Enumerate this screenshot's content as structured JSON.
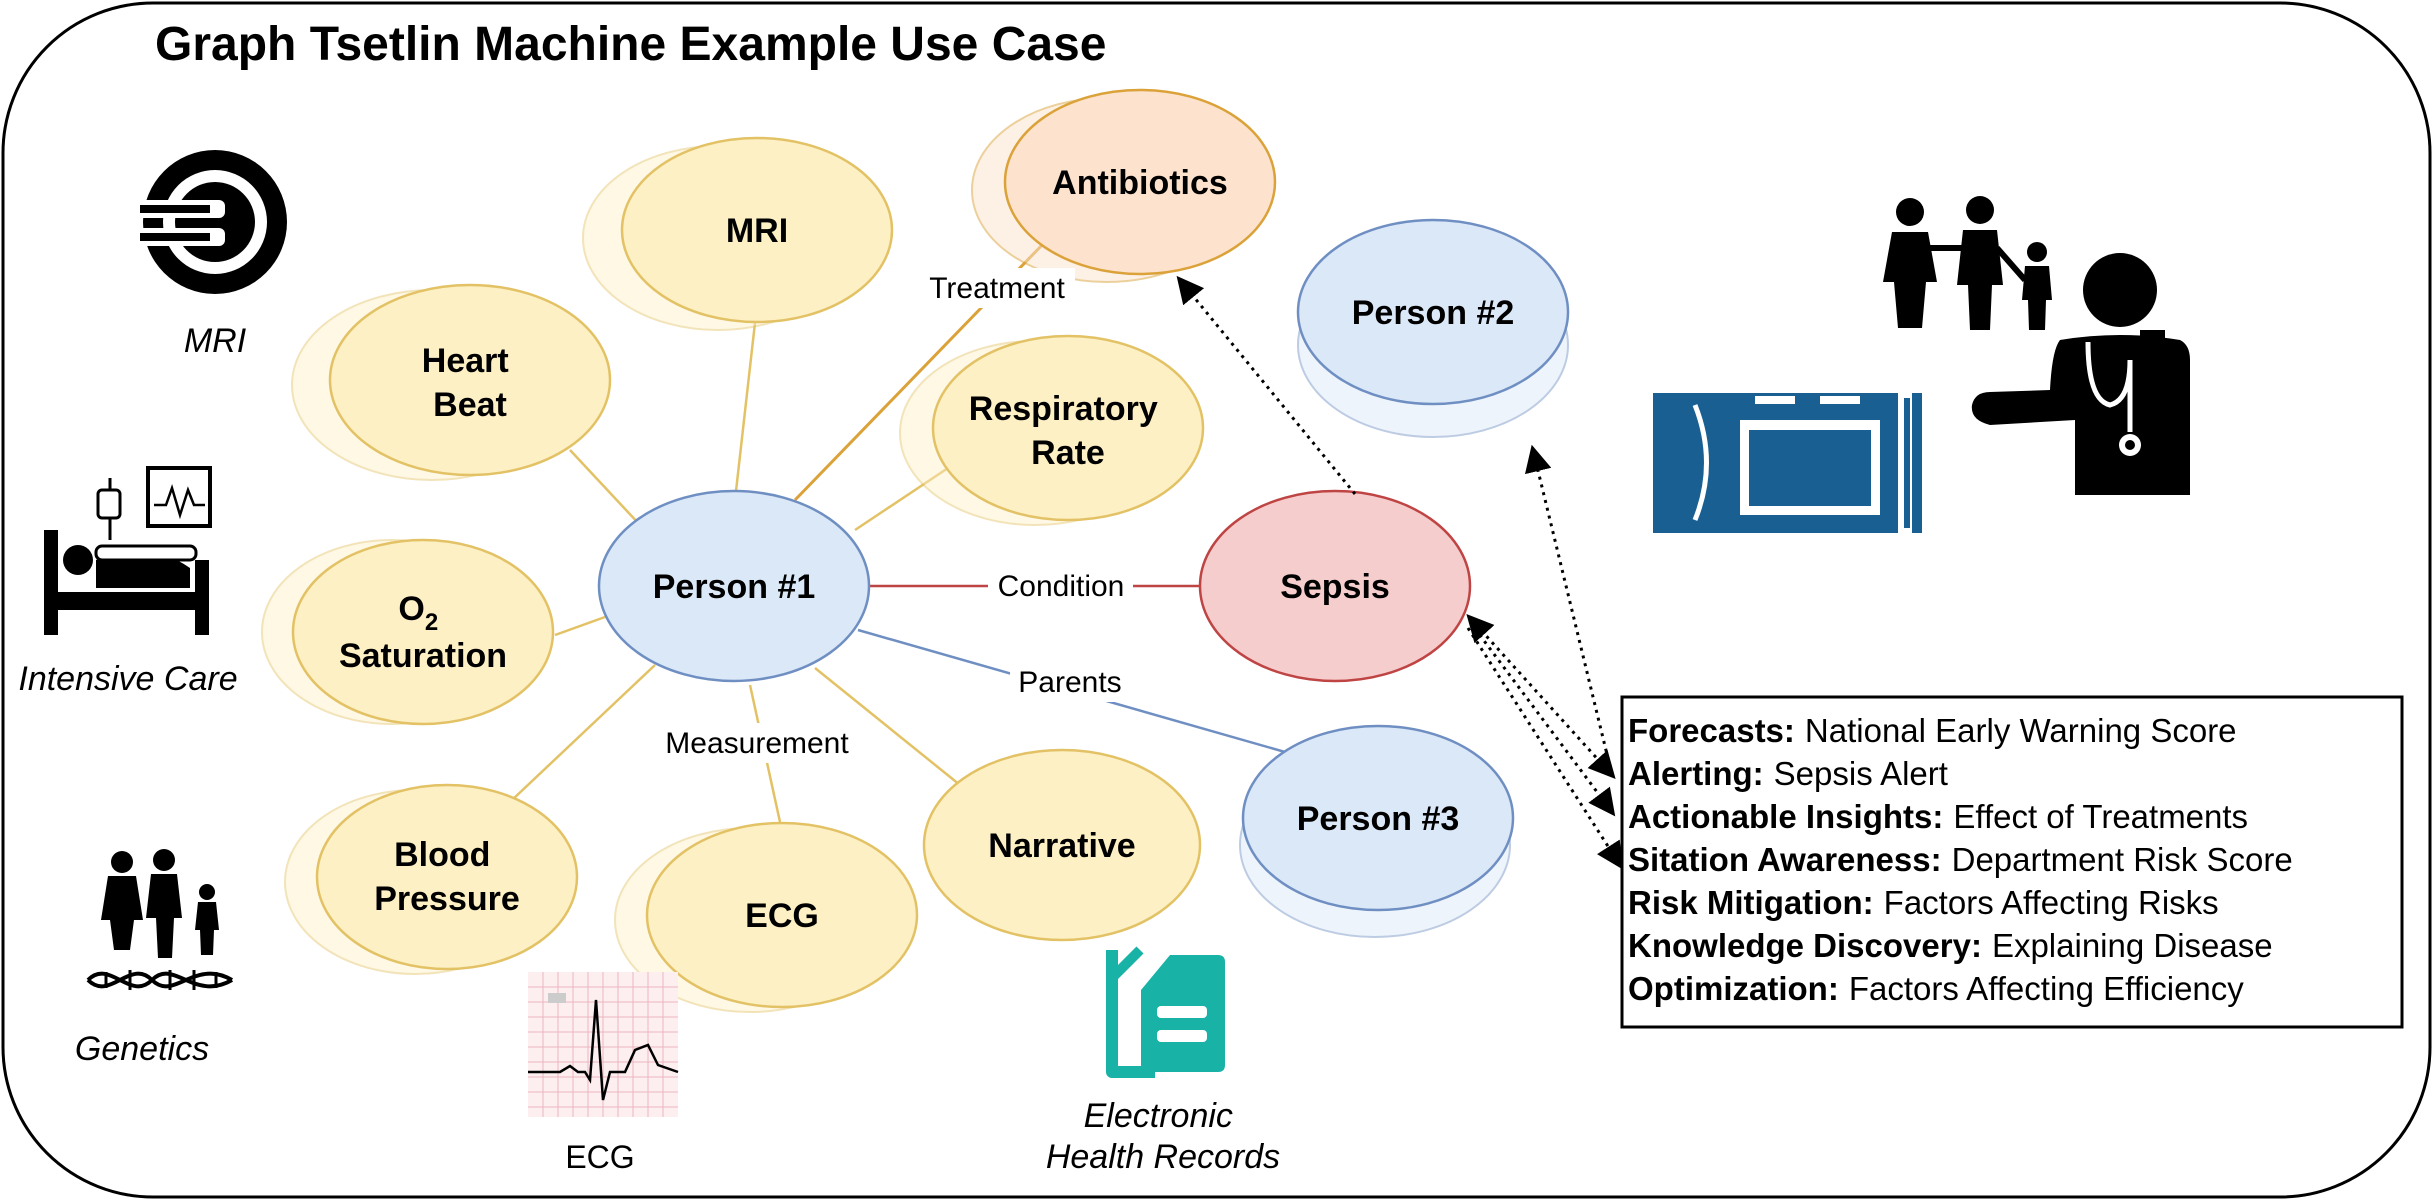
{
  "title": "Graph Tsetlin Machine Example Use Case",
  "nodes": {
    "antibiotics": "Antibiotics",
    "mri": "MRI",
    "heart_beat": [
      "Heart",
      "Beat"
    ],
    "respiratory_rate": [
      "Respiratory",
      "Rate"
    ],
    "o2_saturation": {
      "o": "O",
      "sub": "2",
      "rest": "Saturation"
    },
    "person1": "Person #1",
    "person2": "Person #2",
    "person3": "Person #3",
    "sepsis": "Sepsis",
    "blood_pressure": [
      "Blood",
      "Pressure"
    ],
    "ecg": "ECG",
    "narrative": "Narrative"
  },
  "edge_labels": {
    "treatment": "Treatment",
    "condition": "Condition",
    "parents": "Parents",
    "measurement": "Measurement"
  },
  "sources": {
    "mri": "MRI",
    "intensive_care": "Intensive Care",
    "genetics": "Genetics",
    "ecg": "ECG",
    "ehr": [
      "Electronic",
      "Health Records"
    ]
  },
  "outputs": [
    {
      "key": "Forecasts:",
      "value": "National Early Warning Score"
    },
    {
      "key": "Alerting:",
      "value": "Sepsis Alert"
    },
    {
      "key": "Actionable Insights:",
      "value": "Effect of Treatments"
    },
    {
      "key": "Sitation Awareness:",
      "value": "Department Risk Score"
    },
    {
      "key": "Risk Mitigation:",
      "value": "Factors Affecting Risks"
    },
    {
      "key": "Knowledge Discovery:",
      "value": "Explaining Disease"
    },
    {
      "key": "Optimization:",
      "value": "Factors Affecting Efficiency"
    }
  ],
  "colors": {
    "yellow_fill": "#fdf0c4",
    "yellow_stroke": "#e3c266",
    "blue_fill": "#dbe8f8",
    "blue_stroke": "#6f8fc3",
    "red_fill": "#f6cdcd",
    "red_stroke": "#bf4444",
    "orange_fill": "#fde3cd",
    "orange_stroke": "#dba23a",
    "teal": "#18b3a6",
    "navy": "#1a5f92"
  }
}
